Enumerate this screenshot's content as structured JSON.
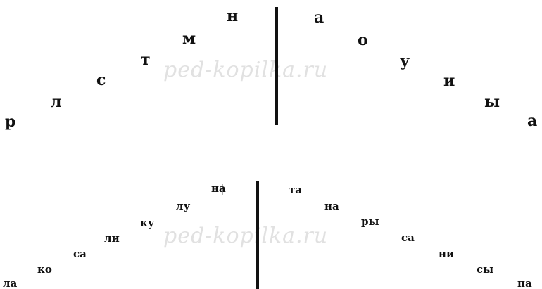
{
  "top_chart": {
    "left_letters": [
      "н",
      "м",
      "т",
      "с",
      "л",
      "р"
    ],
    "right_letters": [
      "а",
      "о",
      "у",
      "и",
      "ы",
      "а"
    ]
  },
  "bottom_chart": {
    "left_syllables": [
      "на",
      "лу",
      "ку",
      "ли",
      "са",
      "ко",
      "ла"
    ],
    "right_syllables": [
      "та",
      "на",
      "ры",
      "са",
      "ни",
      "сы",
      "па"
    ]
  },
  "watermark": "ped-kopilka.ru",
  "colors": {
    "text": "#111111",
    "background": "#ffffff",
    "watermark": "#aaaaaa"
  }
}
